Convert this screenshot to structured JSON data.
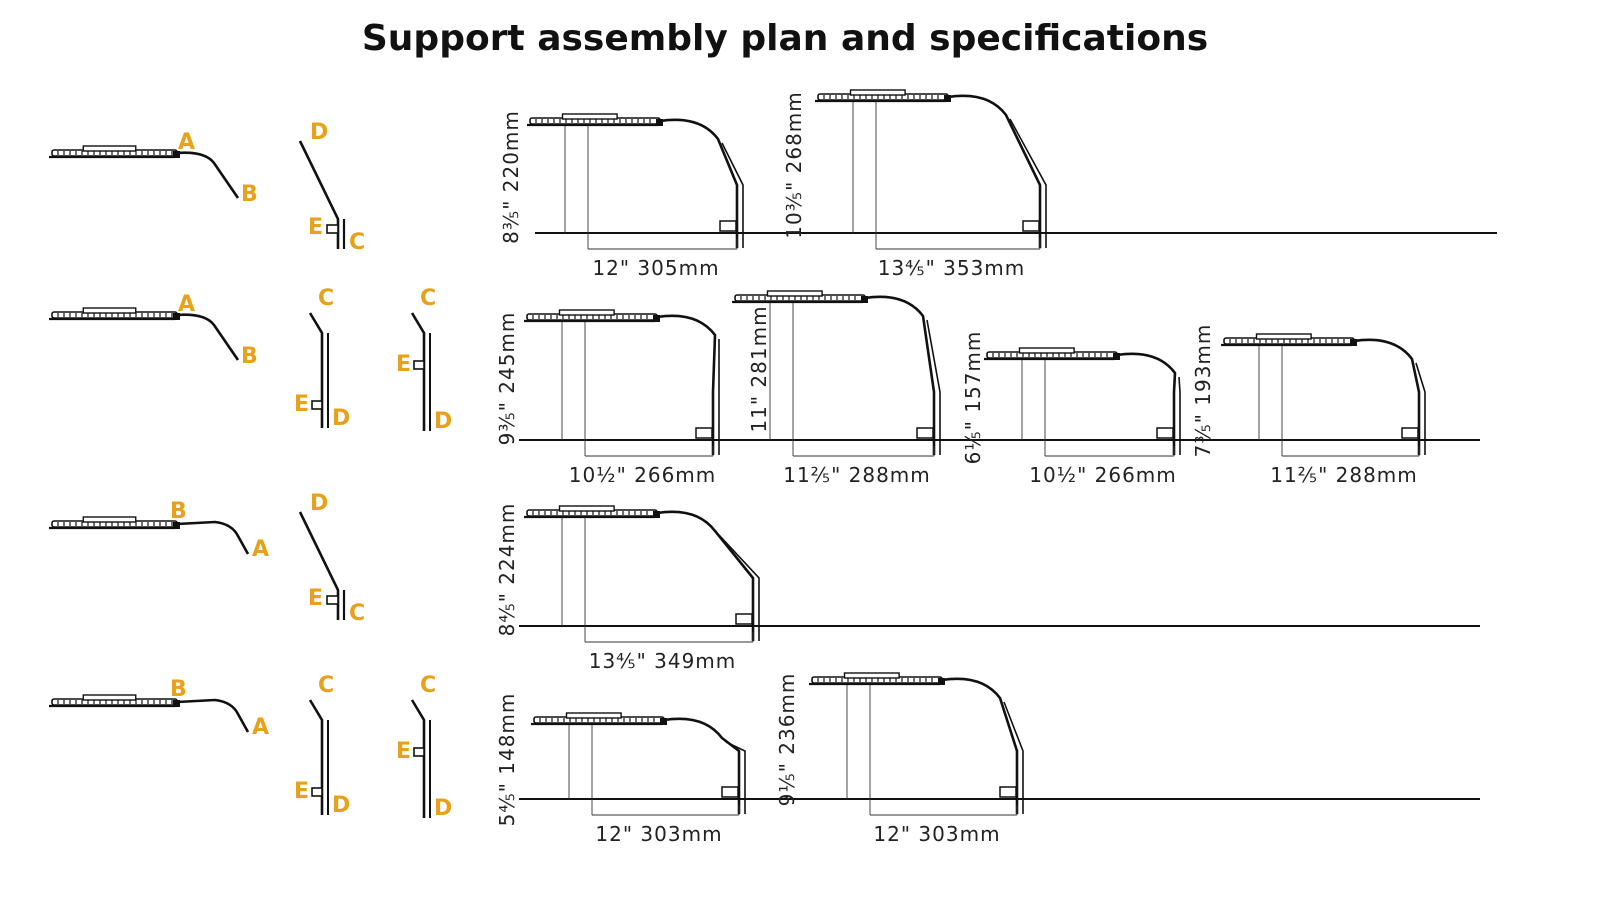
{
  "title": "Support assembly plan and specifications",
  "colors": {
    "part_label": "#e8a11a",
    "line": "#111111",
    "dimension": "#333333"
  },
  "rows": [
    {
      "lamp_labels": [
        "A",
        "B"
      ],
      "bracket_sets": [
        {
          "labels": [
            "D",
            "E",
            "C"
          ]
        }
      ],
      "configurations": [
        {
          "height": "8⅗\" 220mm",
          "reach": "12\" 305mm"
        },
        {
          "height": "10⅗\" 268mm",
          "reach": "13⅘\" 353mm"
        }
      ]
    },
    {
      "lamp_labels": [
        "A",
        "B"
      ],
      "bracket_sets": [
        {
          "labels": [
            "C",
            "E",
            "D"
          ]
        },
        {
          "labels": [
            "C",
            "E",
            "D"
          ]
        }
      ],
      "configurations": [
        {
          "height": "9⅗\" 245mm",
          "reach": "10½\" 266mm"
        },
        {
          "height": "11\" 281mm",
          "reach": "11⅖\" 288mm"
        },
        {
          "height": "6⅕\" 157mm",
          "reach": "10½\" 266mm"
        },
        {
          "height": "7⅗\" 193mm",
          "reach": "11⅖\" 288mm"
        }
      ]
    },
    {
      "lamp_labels": [
        "B",
        "A"
      ],
      "bracket_sets": [
        {
          "labels": [
            "D",
            "E",
            "C"
          ]
        }
      ],
      "configurations": [
        {
          "height": "8⅘\" 224mm",
          "reach": "13⅘\" 349mm"
        }
      ]
    },
    {
      "lamp_labels": [
        "B",
        "A"
      ],
      "bracket_sets": [
        {
          "labels": [
            "C",
            "E",
            "D"
          ]
        },
        {
          "labels": [
            "C",
            "E",
            "D"
          ]
        }
      ],
      "configurations": [
        {
          "height": "5⅘\" 148mm",
          "reach": "12\" 303mm"
        },
        {
          "height": "9⅕\" 236mm",
          "reach": "12\" 303mm"
        }
      ]
    }
  ]
}
